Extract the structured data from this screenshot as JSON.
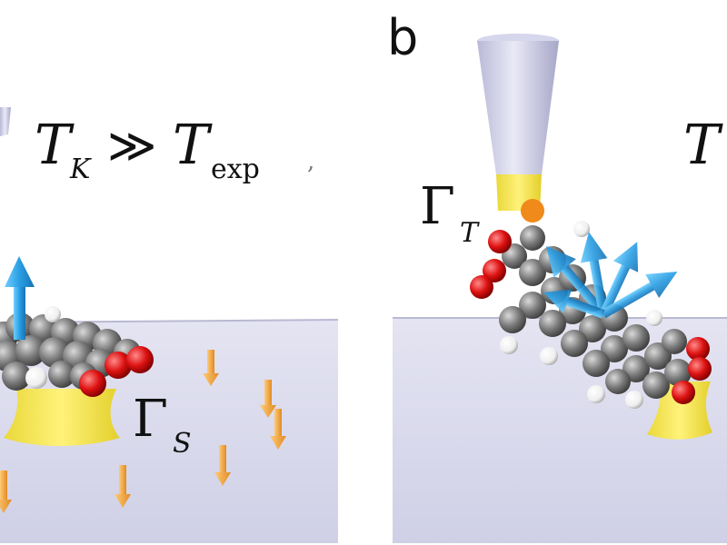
{
  "panel_b": {
    "label": "b"
  },
  "equation_left": {
    "T1": "T",
    "sub1": "K",
    "relation": "≫",
    "T2": "T",
    "sub2": "exp",
    "trail": ","
  },
  "equation_right_partial": {
    "T": "T"
  },
  "gamma_s": {
    "symbol": "Γ",
    "sub": "S"
  },
  "gamma_t": {
    "symbol": "Γ",
    "sub": "T"
  },
  "colors": {
    "substrate": "#d7d7ec",
    "tip": "#c9c9e6",
    "contact": "#f2ea5c",
    "carbon": "#7a7a7a",
    "oxygen": "#dd1111",
    "hydrogen": "#f2f2f2",
    "spin_arrow": "#2a9ee3",
    "bath_arrow": "#f0a440"
  },
  "icons": {
    "tip": "stm-tip-icon",
    "spin": "spin-arrow-icon",
    "bath": "bath-spin-arrow-icon"
  }
}
